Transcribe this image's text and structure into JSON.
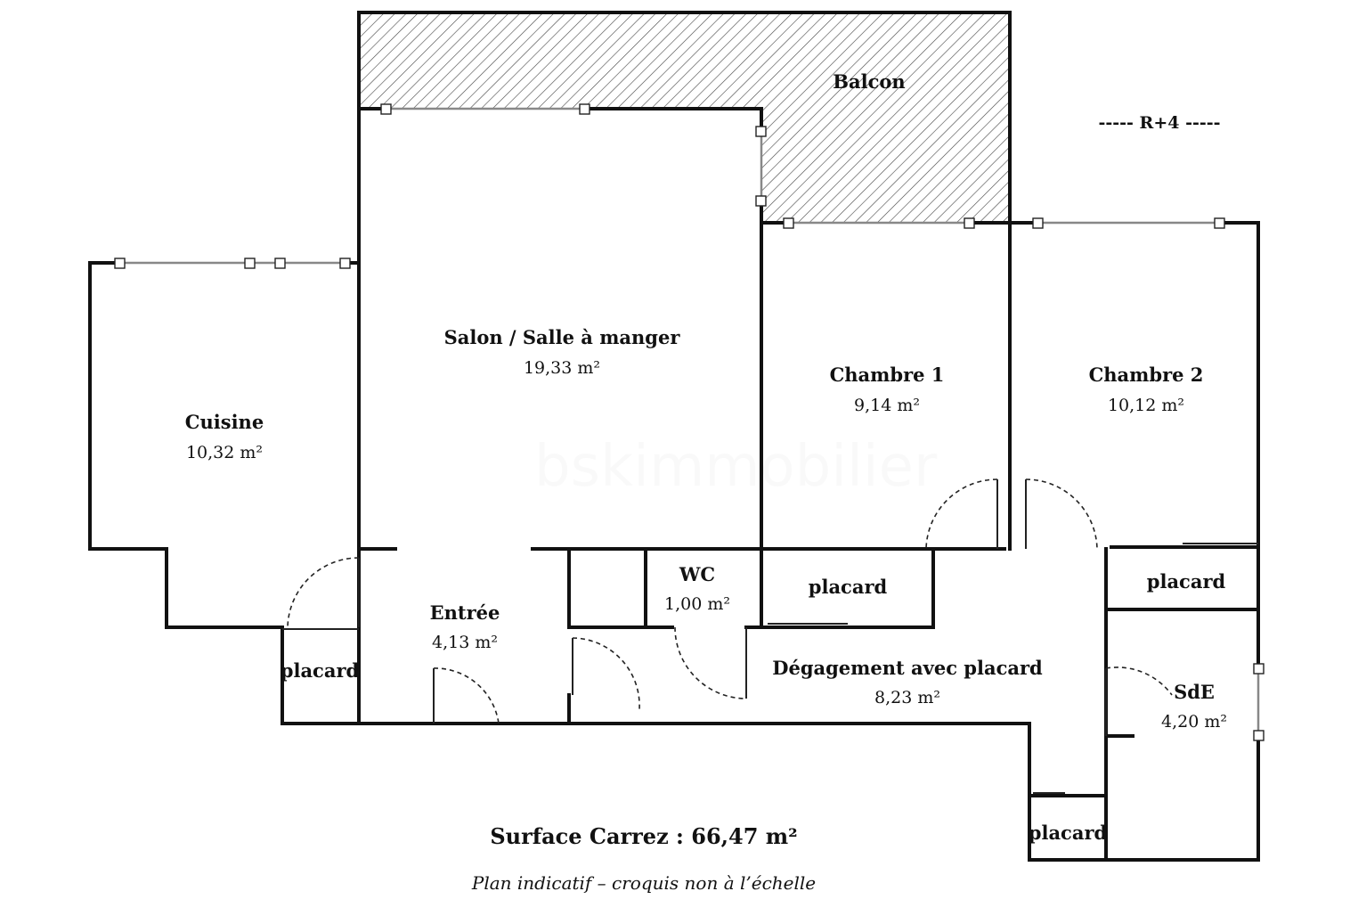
{
  "rooms": {
    "balcon": {
      "name": "Balcon"
    },
    "salon": {
      "name": "Salon / Salle à manger",
      "area": "19,33 m²"
    },
    "cuisine": {
      "name": "Cuisine",
      "area": "10,32 m²"
    },
    "chambre1": {
      "name": "Chambre 1",
      "area": "9,14 m²"
    },
    "chambre2": {
      "name": "Chambre 2",
      "area": "10,12 m²"
    },
    "wc": {
      "name": "WC",
      "area": "1,00 m²"
    },
    "entree": {
      "name": "Entrée",
      "area": "4,13 m²"
    },
    "degagement": {
      "name": "Dégagement avec placard",
      "area": "8,23 m²"
    },
    "sde": {
      "name": "SdE",
      "area": "4,20 m²"
    },
    "placard_label": "placard"
  },
  "level": "----- R+4 -----",
  "surface_total": "Surface Carrez : 66,47 m²",
  "note": "Plan indicatif – croquis non à l’échelle",
  "watermark": "bskimmobilier"
}
